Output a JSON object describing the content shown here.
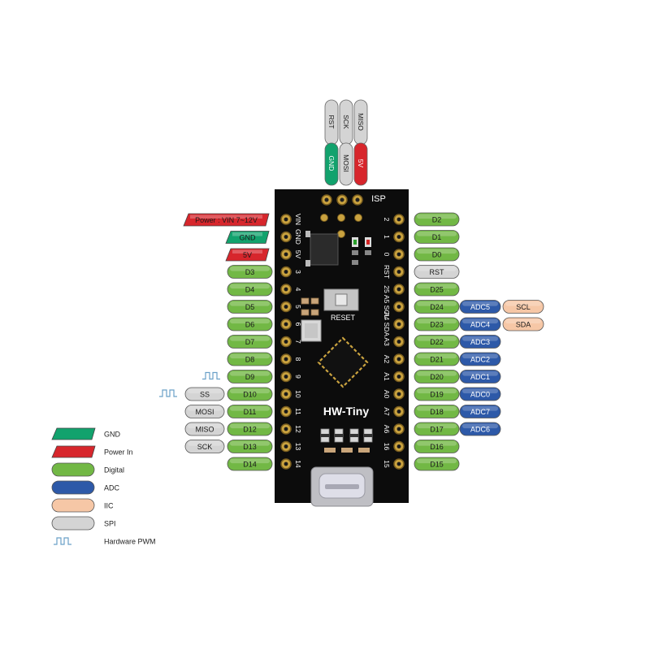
{
  "colors": {
    "board": "#0c0c0c",
    "gnd": "#12a26d",
    "power": "#d7262c",
    "digital": "#72b845",
    "adc": "#2d59a8",
    "iic": "#f6c7a6",
    "spi": "#d4d4d4",
    "gold": "#c9a23f"
  },
  "isp": {
    "label": "ISP",
    "top_row": [
      "RST",
      "SCK",
      "MISO"
    ],
    "bottom_row": [
      {
        "label": "GND",
        "kind": "gnd"
      },
      {
        "label": "MOSI",
        "kind": "spi"
      },
      {
        "label": "5V",
        "kind": "power"
      }
    ]
  },
  "board": {
    "name": "HW-Tiny",
    "reset_label": "RESET",
    "left_silk": [
      "VIN",
      "GND",
      "5V",
      "3",
      "4",
      "5",
      "6",
      "7",
      "8",
      "9",
      "10",
      "11",
      "12",
      "13",
      "14"
    ],
    "right_silk": [
      "2",
      "1",
      "0",
      "RST",
      "25",
      "A5 SCL",
      "A4 SDA",
      "A3",
      "A2",
      "A1",
      "A0",
      "A7",
      "A6",
      "16",
      "15"
    ]
  },
  "left_pins": [
    {
      "label": "Power : VIN  7~12V",
      "kind": "power"
    },
    {
      "label": "GND",
      "kind": "gnd"
    },
    {
      "label": "5V",
      "kind": "power"
    },
    {
      "label": "D3",
      "kind": "digital"
    },
    {
      "label": "D4",
      "kind": "digital"
    },
    {
      "label": "D5",
      "kind": "digital"
    },
    {
      "label": "D6",
      "kind": "digital"
    },
    {
      "label": "D7",
      "kind": "digital"
    },
    {
      "label": "D8",
      "kind": "digital"
    },
    {
      "label": "D9",
      "kind": "digital",
      "pwm": true
    },
    {
      "label": "D10",
      "kind": "digital",
      "spi": "SS",
      "pwm": true
    },
    {
      "label": "D11",
      "kind": "digital",
      "spi": "MOSI"
    },
    {
      "label": "D12",
      "kind": "digital",
      "spi": "MISO"
    },
    {
      "label": "D13",
      "kind": "digital",
      "spi": "SCK"
    },
    {
      "label": "D14",
      "kind": "digital"
    }
  ],
  "right_pins": [
    {
      "label": "D2",
      "kind": "digital"
    },
    {
      "label": "D1",
      "kind": "digital"
    },
    {
      "label": "D0",
      "kind": "digital"
    },
    {
      "label": "RST",
      "kind": "spi"
    },
    {
      "label": "D25",
      "kind": "digital"
    },
    {
      "label": "D24",
      "kind": "digital",
      "adc": "ADC5",
      "iic": "SCL"
    },
    {
      "label": "D23",
      "kind": "digital",
      "adc": "ADC4",
      "iic": "SDA"
    },
    {
      "label": "D22",
      "kind": "digital",
      "adc": "ADC3"
    },
    {
      "label": "D21",
      "kind": "digital",
      "adc": "ADC2"
    },
    {
      "label": "D20",
      "kind": "digital",
      "adc": "ADC1"
    },
    {
      "label": "D19",
      "kind": "digital",
      "adc": "ADC0"
    },
    {
      "label": "D18",
      "kind": "digital",
      "adc": "ADC7"
    },
    {
      "label": "D17",
      "kind": "digital",
      "adc": "ADC6"
    },
    {
      "label": "D16",
      "kind": "digital"
    },
    {
      "label": "D15",
      "kind": "digital"
    }
  ],
  "legend": [
    {
      "label": "GND",
      "kind": "gnd"
    },
    {
      "label": "Power In",
      "kind": "power"
    },
    {
      "label": "Digital",
      "kind": "digital"
    },
    {
      "label": "ADC",
      "kind": "adc"
    },
    {
      "label": "IIC",
      "kind": "iic"
    },
    {
      "label": "SPI",
      "kind": "spi"
    },
    {
      "label": "Hardware PWM",
      "kind": "pwm"
    }
  ]
}
